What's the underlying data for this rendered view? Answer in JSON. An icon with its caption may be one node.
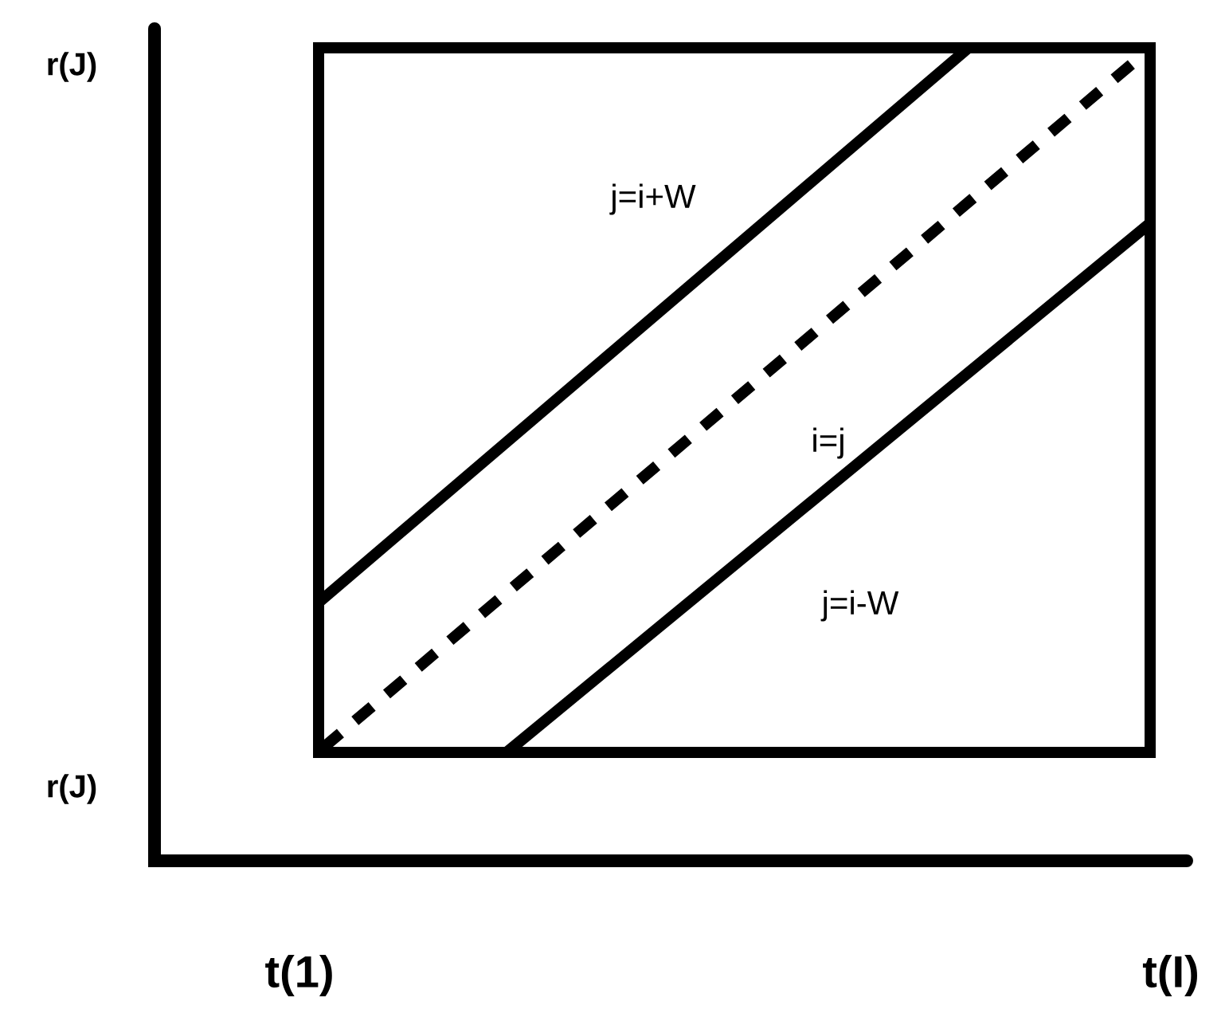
{
  "diagram": {
    "labels": [
      "r(J)",
      "j=i+W",
      "i=j",
      "j=i-W",
      "r(J)",
      "t(1)",
      "t(I)"
    ]
  }
}
